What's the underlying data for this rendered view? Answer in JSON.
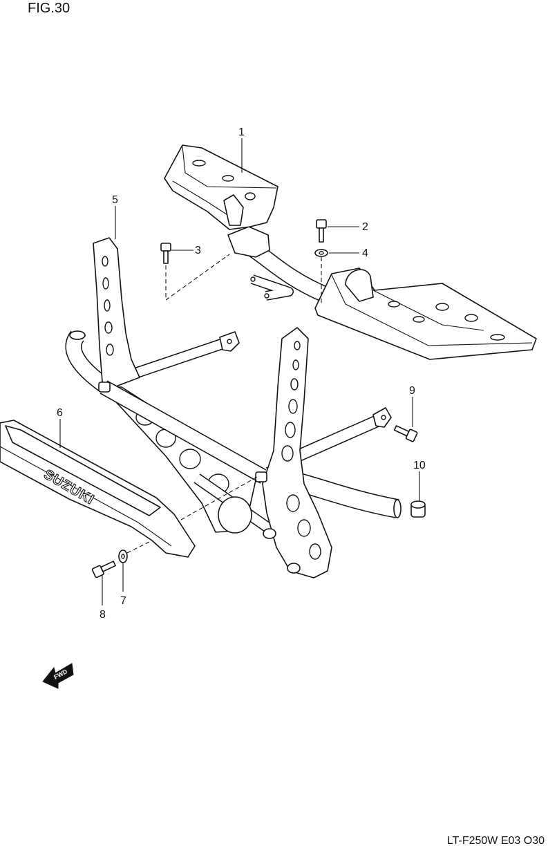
{
  "figure": {
    "label": "FIG.30"
  },
  "parts": [
    {
      "number": "1"
    },
    {
      "number": "2"
    },
    {
      "number": "3"
    },
    {
      "number": "4"
    },
    {
      "number": "5"
    },
    {
      "number": "6"
    },
    {
      "number": "7"
    },
    {
      "number": "8"
    },
    {
      "number": "9"
    },
    {
      "number": "10"
    }
  ],
  "guard_logo": "SUZUKI",
  "direction_arrow": {
    "label": "FWD",
    "icon": "fwd-arrow-icon"
  },
  "footer": {
    "code": "LT-F250W E03 O30"
  }
}
